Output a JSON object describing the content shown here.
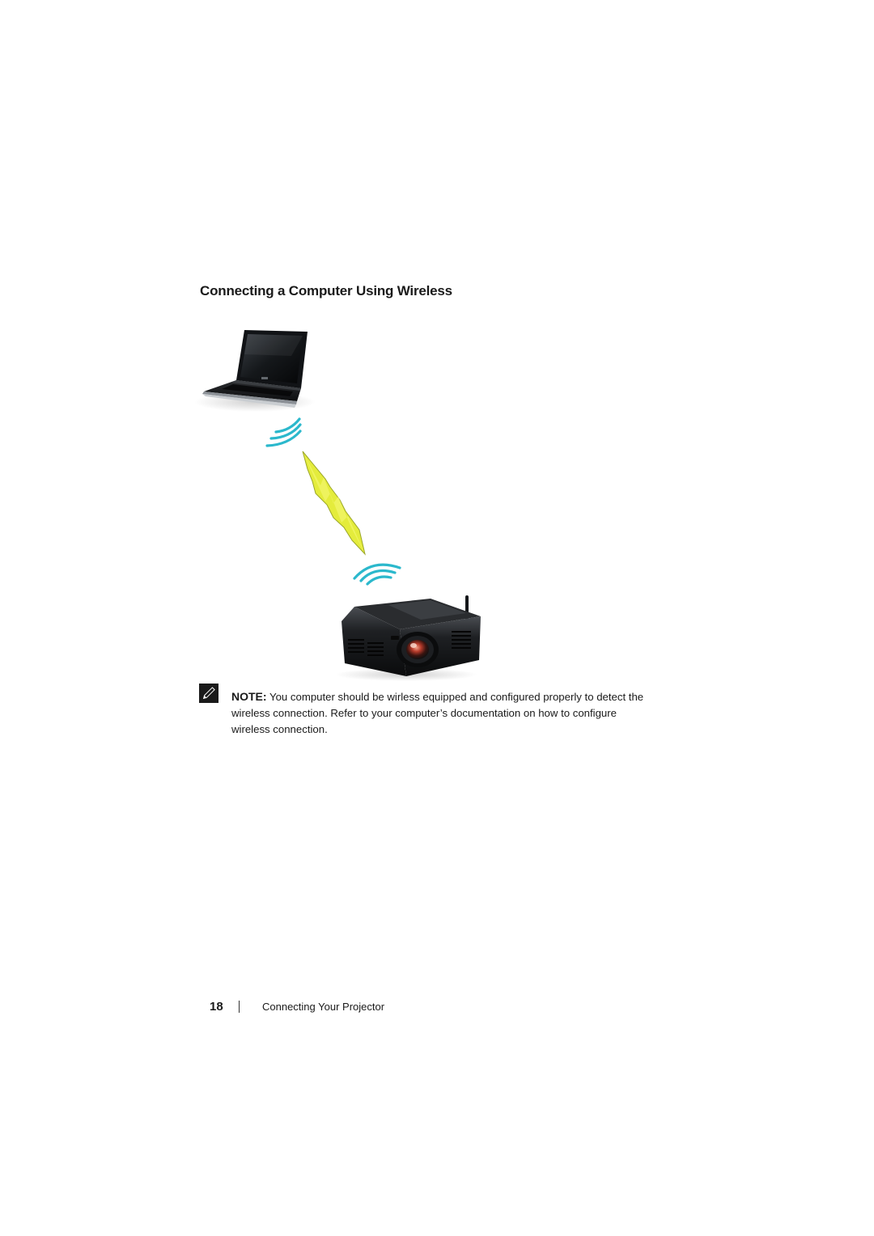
{
  "section": {
    "heading": "Connecting a Computer Using Wireless"
  },
  "illustration": {
    "icons": [
      "laptop-icon",
      "wireless-signal-icon",
      "lightning-bolt-icon",
      "projector-icon"
    ],
    "signal_color": "#2bb8cc",
    "bolt_color": "#e4ec3c"
  },
  "note": {
    "icon": "note-pencil-icon",
    "label": "NOTE:",
    "text": "You computer should be wirless equipped and configured properly to detect the wireless connection. Refer to your computer’s documentation on how to configure wireless connection."
  },
  "footer": {
    "page_number": "18",
    "chapter_title": "Connecting Your Projector"
  }
}
